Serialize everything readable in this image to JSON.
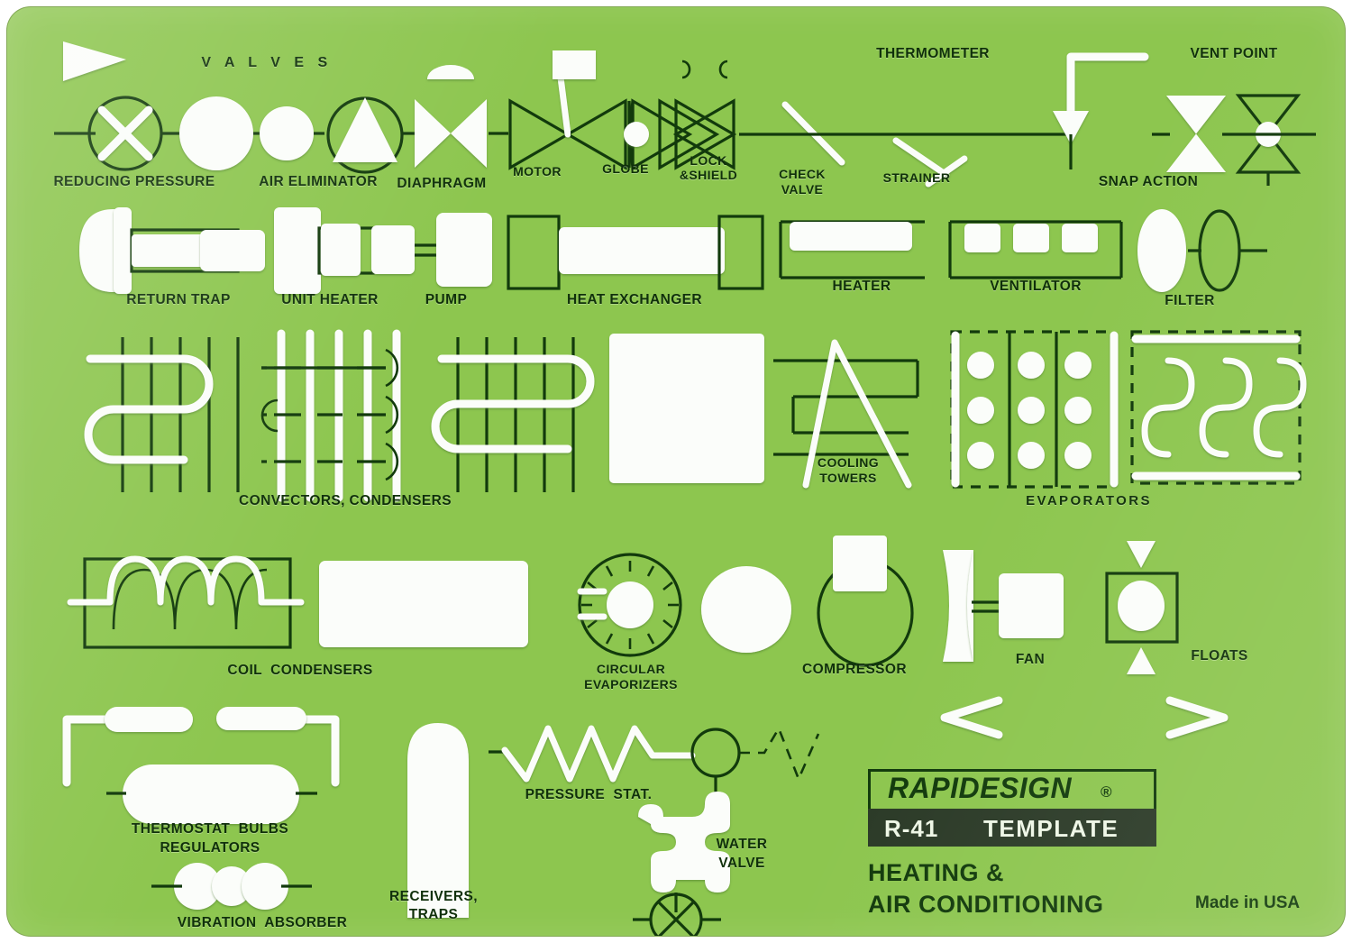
{
  "plate": {
    "background_color": "#8dc64f",
    "cutout_color": "#fbfdfa",
    "ink_color": "#123a0c"
  },
  "headers": {
    "valves": "V A L V E S"
  },
  "labels": {
    "reducing_pressure": "REDUCING PRESSURE",
    "air_eliminator": "AIR ELIMINATOR",
    "diaphragm": "DIAPHRAGM",
    "motor": "MOTOR",
    "globe": "GLOBE",
    "lock_shield_1": "LOCK",
    "lock_shield_2": "&SHIELD",
    "check_valve_1": "CHECK",
    "check_valve_2": "VALVE",
    "strainer": "STRAINER",
    "thermometer": "THERMOMETER",
    "vent_point": "VENT POINT",
    "snap_action": "SNAP ACTION",
    "return_trap": "RETURN TRAP",
    "unit_heater": "UNIT HEATER",
    "pump": "PUMP",
    "heat_exchanger": "HEAT EXCHANGER",
    "heater": "HEATER",
    "ventilator": "VENTILATOR",
    "filter": "FILTER",
    "convectors_condensers": "CONVECTORS, CONDENSERS",
    "cooling_towers_1": "COOLING",
    "cooling_towers_2": "TOWERS",
    "evaporators": "EVAPORATORS",
    "coil_condensers": "COIL  CONDENSERS",
    "circular_evaporizers_1": "CIRCULAR",
    "circular_evaporizers_2": "EVAPORIZERS",
    "compressor": "COMPRESSOR",
    "fan": "FAN",
    "floats": "FLOATS",
    "thermostat_bulbs": "THERMOSTAT  BULBS",
    "regulators": "REGULATORS",
    "vibration_absorber": "VIBRATION  ABSORBER",
    "receivers_1": "RECEIVERS,",
    "receivers_2": "TRAPS",
    "pressure_stat": "PRESSURE  STAT.",
    "water_valve_1": "WATER",
    "water_valve_2": "VALVE"
  },
  "branding": {
    "brand": "RAPIDESIGN",
    "brand_mark": "®",
    "model": "R-41",
    "kind": "TEMPLATE",
    "title_line1": "HEATING &",
    "title_line2": "AIR CONDITIONING",
    "made_in": "Made in USA"
  }
}
